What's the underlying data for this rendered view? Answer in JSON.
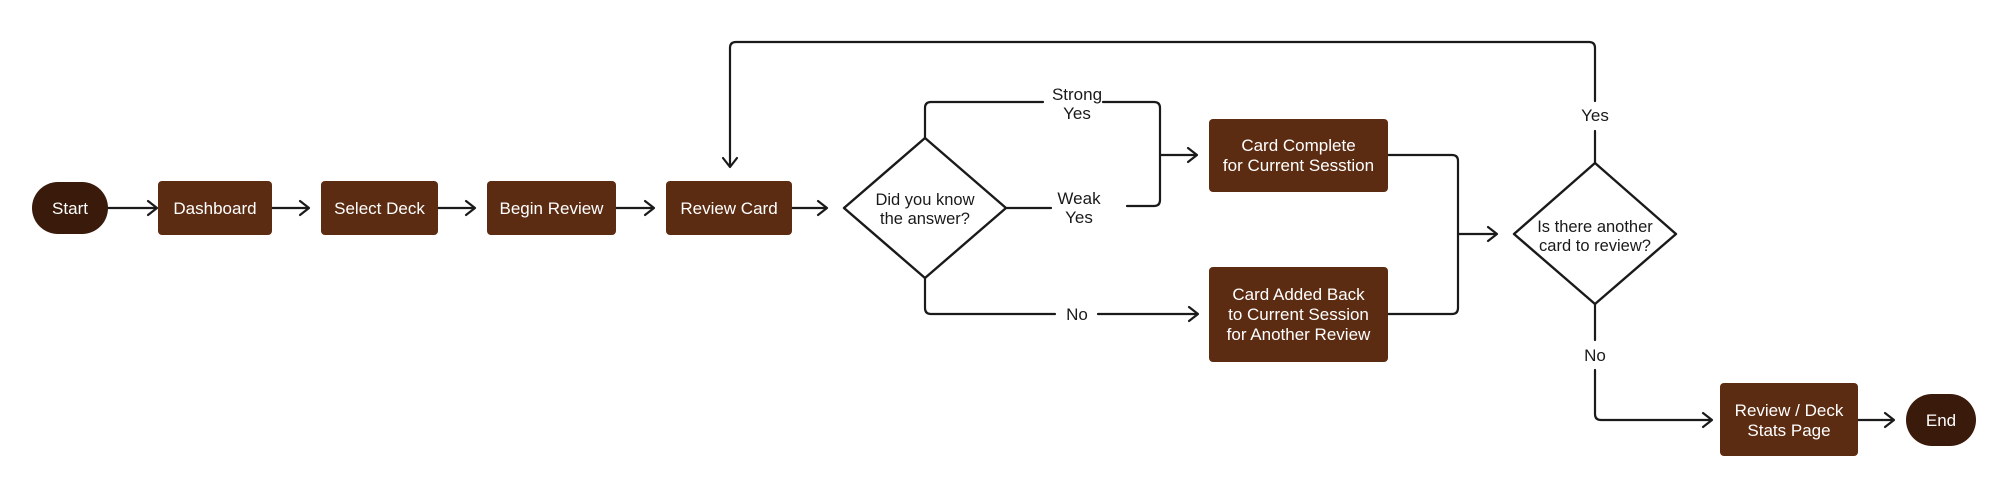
{
  "colors": {
    "process": "#5c2c12",
    "terminal": "#3a1a0a",
    "decision_fill": "#ffffff",
    "line": "#1a1a1a"
  },
  "nodes": {
    "start": "Start",
    "dashboard": "Dashboard",
    "select_deck": "Select Deck",
    "begin_review": "Begin Review",
    "review_card": "Review Card",
    "decision_know": [
      "Did you know",
      "the answer?"
    ],
    "card_complete": [
      "Card Complete",
      "for Current Sesstion"
    ],
    "card_added_back": [
      "Card Added Back",
      "to Current Session",
      "for Another Review"
    ],
    "decision_another": [
      "Is there another",
      "card to review?"
    ],
    "stats_page": [
      "Review / Deck",
      "Stats Page"
    ],
    "end": "End"
  },
  "edge_labels": {
    "strong_yes": [
      "Strong",
      "Yes"
    ],
    "weak_yes": [
      "Weak",
      "Yes"
    ],
    "no_1": "No",
    "yes_loop": "Yes",
    "no_2": "No"
  }
}
